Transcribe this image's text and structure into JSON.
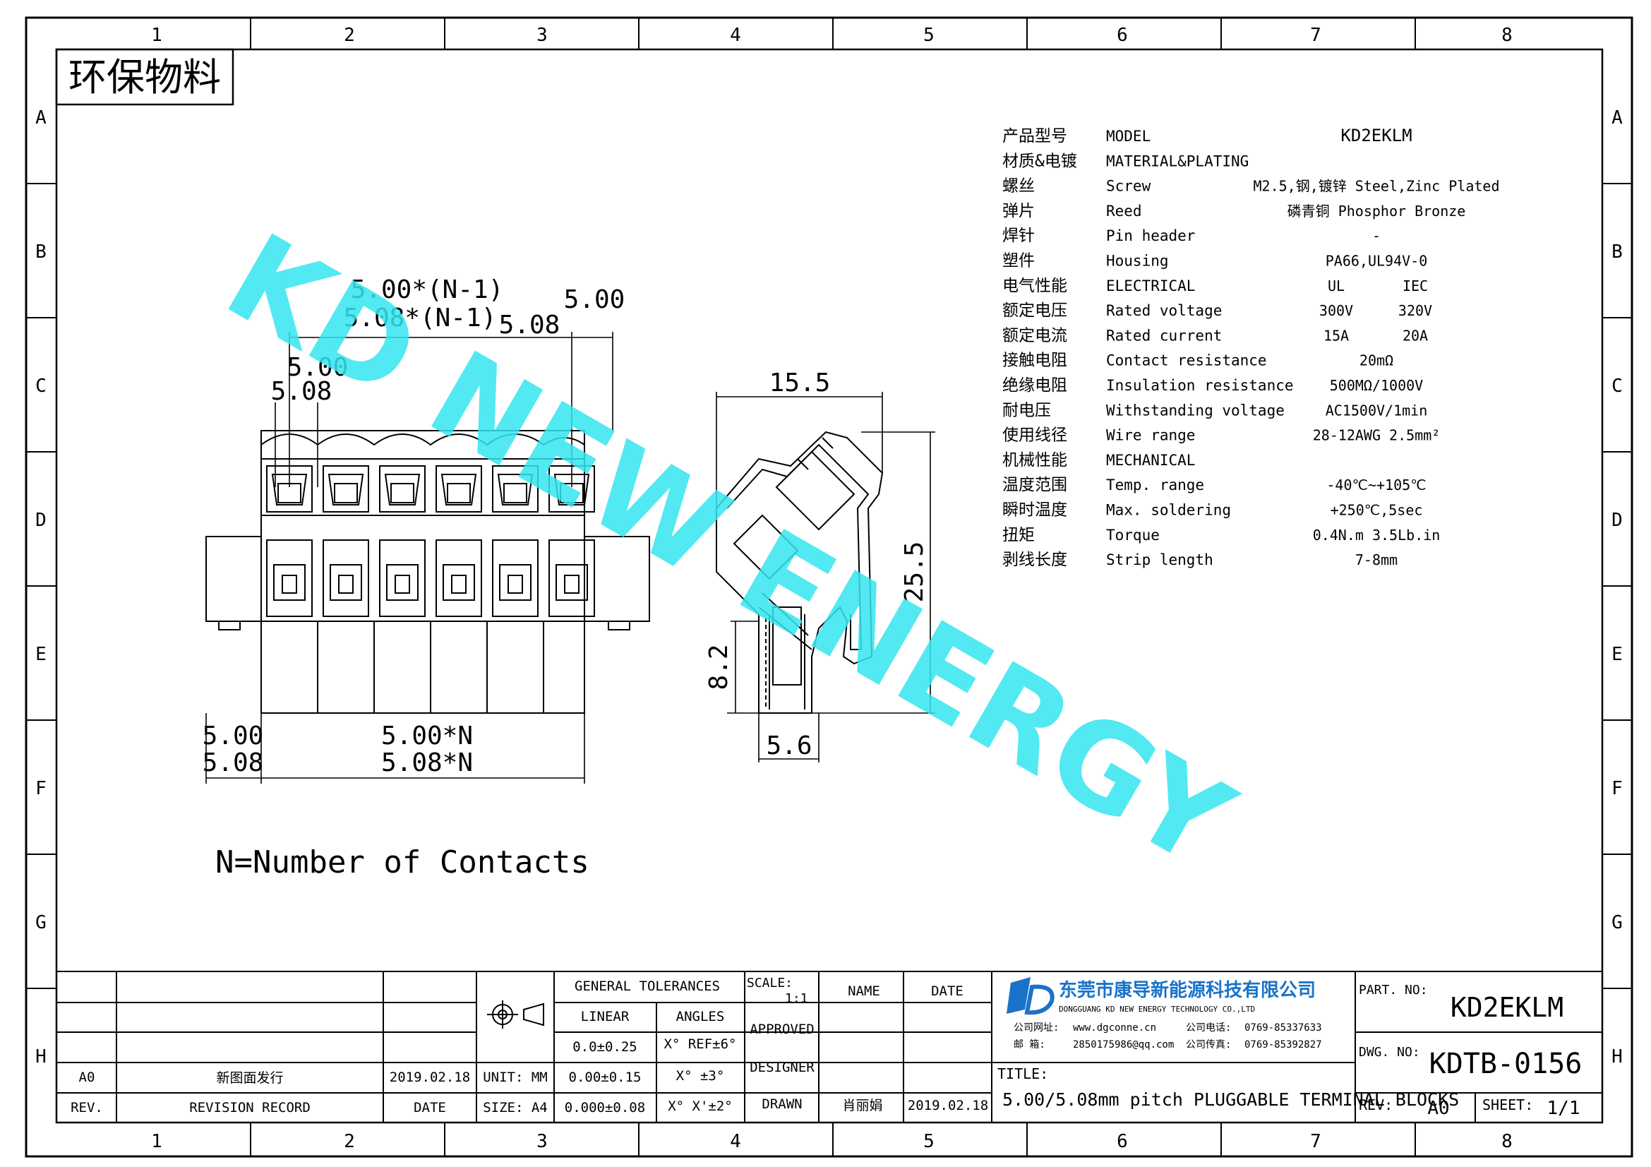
{
  "grid": {
    "columns": [
      "1",
      "2",
      "3",
      "4",
      "5",
      "6",
      "7",
      "8"
    ],
    "rows": [
      "A",
      "B",
      "C",
      "D",
      "E",
      "F",
      "G",
      "H"
    ]
  },
  "eco_label": "环保物料",
  "watermark": "KD NEW ENERGY",
  "front_view": {
    "dim_top_a": "5.00*(N-1)",
    "dim_top_b": "5.08*(N-1)",
    "dim_pitch_a": "5.00",
    "dim_pitch_b": "5.08",
    "dim_left_a": "5.00",
    "dim_left_b": "5.08",
    "dim_bottom_a": "5.00*N",
    "dim_bottom_b": "5.08*N",
    "dim_edge_a": "5.00",
    "dim_edge_b": "5.08"
  },
  "side_view": {
    "dim_width": "15.5",
    "dim_height": "25.5",
    "dim_pin": "8.2",
    "dim_pin_width": "5.6"
  },
  "note": "N=Number of Contacts",
  "specs": {
    "rows": [
      {
        "cn": "产品型号",
        "en": "MODEL",
        "val": "KD2EKLM"
      },
      {
        "cn": "材质&电镀",
        "en": "MATERIAL&PLATING",
        "val": ""
      },
      {
        "cn": "螺丝",
        "en": "Screw",
        "val": "M2.5,钢,镀锌 Steel,Zinc Plated"
      },
      {
        "cn": "弹片",
        "en": "Reed",
        "val": "磷青铜 Phosphor Bronze"
      },
      {
        "cn": "焊针",
        "en": "Pin header",
        "val": "-"
      },
      {
        "cn": "塑件",
        "en": "Housing",
        "val": "PA66,UL94V-0"
      },
      {
        "cn": "电气性能",
        "en": "ELECTRICAL",
        "val_a": "UL",
        "val_b": "IEC"
      },
      {
        "cn": "额定电压",
        "en": "Rated voltage",
        "val_a": "300V",
        "val_b": "320V"
      },
      {
        "cn": "额定电流",
        "en": "Rated current",
        "val_a": "15A",
        "val_b": "20A"
      },
      {
        "cn": "接触电阻",
        "en": "Contact resistance",
        "val": "20mΩ"
      },
      {
        "cn": "绝缘电阻",
        "en": "Insulation resistance",
        "val": "500MΩ/1000V"
      },
      {
        "cn": "耐电压",
        "en": "Withstanding voltage",
        "val": "AC1500V/1min"
      },
      {
        "cn": "使用线径",
        "en": "Wire range",
        "val": "28-12AWG 2.5mm²"
      },
      {
        "cn": "机械性能",
        "en": "MECHANICAL",
        "val": ""
      },
      {
        "cn": "温度范围",
        "en": "Temp. range",
        "val": "-40℃~+105℃"
      },
      {
        "cn": "瞬时温度",
        "en": "Max. soldering",
        "val": "+250℃,5sec"
      },
      {
        "cn": "扭矩",
        "en": "Torque",
        "val": "0.4N.m 3.5Lb.in"
      },
      {
        "cn": "剥线长度",
        "en": "Strip length",
        "val": "7-8mm"
      }
    ]
  },
  "title_block": {
    "general_tolerances": "GENERAL TOLERANCES",
    "linear": "LINEAR",
    "angles": "ANGLES",
    "lin1": "0.0±0.25",
    "lin2": "0.00±0.15",
    "lin3": "0.000±0.08",
    "ang1": "X° REF±6°",
    "ang2": "X° ±3°",
    "ang3": "X° X'±2°",
    "scale_label": "SCALE:",
    "scale_value": "1:1",
    "name": "NAME",
    "date": "DATE",
    "approved": "APPROVED",
    "designer": "DESIGNER",
    "drawn": "DRAWN",
    "drawn_name": "肖丽娟",
    "drawn_date": "2019.02.18",
    "unit": "UNIT: MM",
    "size": "SIZE: A4",
    "rev_code": "A0",
    "rev_desc": "新图面发行",
    "rev_date": "2019.02.18",
    "rev_label": "REV.",
    "revision_record": "REVISION RECORD",
    "date_label": "DATE",
    "company_cn": "东莞市康导新能源科技有限公司",
    "company_en": "DONGGUANG KD NEW ENERGY TECHNOLOGY CO.,LTD",
    "web_label": "公司网址:",
    "web": "www.dgconne.cn",
    "tel_label": "公司电话:",
    "tel": "0769-85337633",
    "mail_label": "邮 箱:",
    "mail": "2850175986@qq.com",
    "fax_label": "公司传真:",
    "fax": "0769-85392827",
    "title_label": "TITLE:",
    "title": "5.00/5.08mm pitch PLUGGABLE TERMINAL BLOCKS",
    "part_no_label": "PART. NO:",
    "part_no": "KD2EKLM",
    "dwg_no_label": "DWG. NO:",
    "dwg_no": "KDTB-0156",
    "rev2_label": "REV:",
    "rev2": "A0",
    "sheet_label": "SHEET:",
    "sheet": "1/1"
  },
  "colors": {
    "watermark": "#35e6f0",
    "logo_blue": "#1a73c8"
  }
}
